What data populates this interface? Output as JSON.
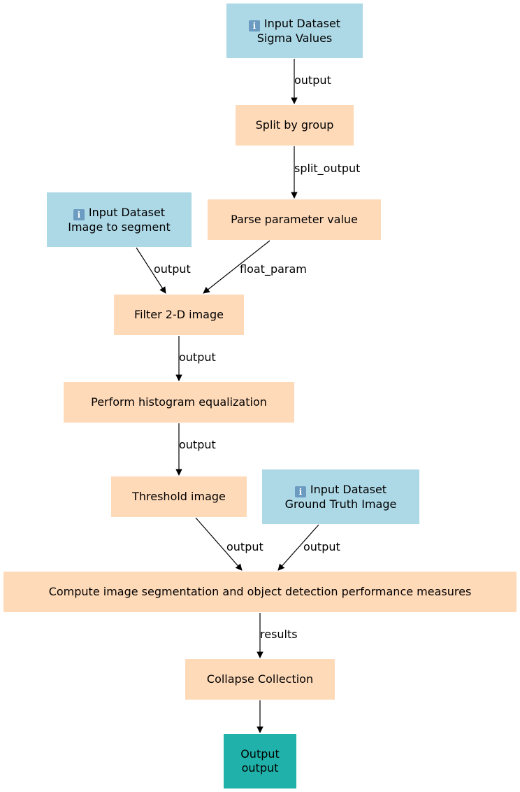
{
  "nodes": {
    "sigma": {
      "prefix": "Input Dataset",
      "label": "Sigma Values",
      "icon": "info-icon"
    },
    "split": {
      "label": "Split by group"
    },
    "image_in": {
      "prefix": "Input Dataset",
      "label": "Image to segment",
      "icon": "info-icon"
    },
    "parse": {
      "label": "Parse parameter value"
    },
    "filter": {
      "label": "Filter 2-D image"
    },
    "histeq": {
      "label": "Perform histogram equalization"
    },
    "threshold": {
      "label": "Threshold image"
    },
    "gt_in": {
      "prefix": "Input Dataset",
      "label": "Ground Truth Image",
      "icon": "info-icon"
    },
    "compute": {
      "label": "Compute image segmentation and object detection performance measures"
    },
    "collapse": {
      "label": "Collapse Collection"
    },
    "out": {
      "prefix": "Output",
      "label": "output"
    }
  },
  "edges": {
    "sigma_split": "output",
    "split_parse": "split_output",
    "image_filter": "output",
    "parse_filter": "float_param",
    "filter_histeq": "output",
    "histeq_threshold": "output",
    "threshold_compute": "output",
    "gt_compute": "output",
    "compute_collapse": "results"
  },
  "colors": {
    "input": "#add8e6",
    "tool": "#ffdab9",
    "output": "#20b2aa",
    "edge": "#000000"
  }
}
